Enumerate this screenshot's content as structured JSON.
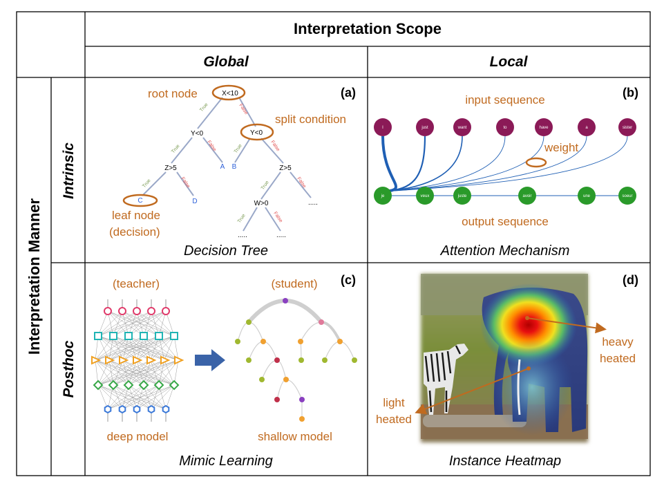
{
  "headers": {
    "scope": "Interpretation Scope",
    "global": "Global",
    "local": "Local",
    "manner": "Interpretation Manner",
    "intrinsic": "Intrinsic",
    "posthoc": "Posthoc"
  },
  "panel_a": {
    "tag": "(a)",
    "caption": "Decision Tree",
    "root_label": "root node",
    "split_label": "split condition",
    "leaf_label_1": "leaf node",
    "leaf_label_2": "(decision)",
    "nodes": {
      "root": "X<10",
      "n1": "Y<0",
      "n2": "Y<0",
      "n3": "Z>5",
      "n4": "Z>5",
      "n5": "W>0"
    },
    "leaves": {
      "A": "A",
      "B": "B",
      "C": "C",
      "D": "D"
    },
    "branch_true": "True",
    "branch_false": "False",
    "ellipsis": "....."
  },
  "panel_b": {
    "tag": "(b)",
    "caption": "Attention Mechanism",
    "input_label": "input sequence",
    "output_label": "output sequence",
    "weight_label": "weight",
    "input_tokens": [
      "I",
      "just",
      "want",
      "to",
      "have",
      "a",
      "sister"
    ],
    "output_tokens": [
      "je",
      "veux",
      "juste",
      "avoir",
      "une",
      "soeur"
    ],
    "colors": {
      "input": "#8b1a57",
      "output": "#2a9a2a",
      "attention": "#1f5fb4"
    }
  },
  "panel_c": {
    "tag": "(c)",
    "caption": "Mimic Learning",
    "teacher": "(teacher)",
    "student": "(student)",
    "deep": "deep model",
    "shallow": "shallow model"
  },
  "panel_d": {
    "tag": "(d)",
    "caption": "Instance Heatmap",
    "heavy_1": "heavy",
    "heavy_2": "heated",
    "light_1": "light",
    "light_2": "heated"
  }
}
